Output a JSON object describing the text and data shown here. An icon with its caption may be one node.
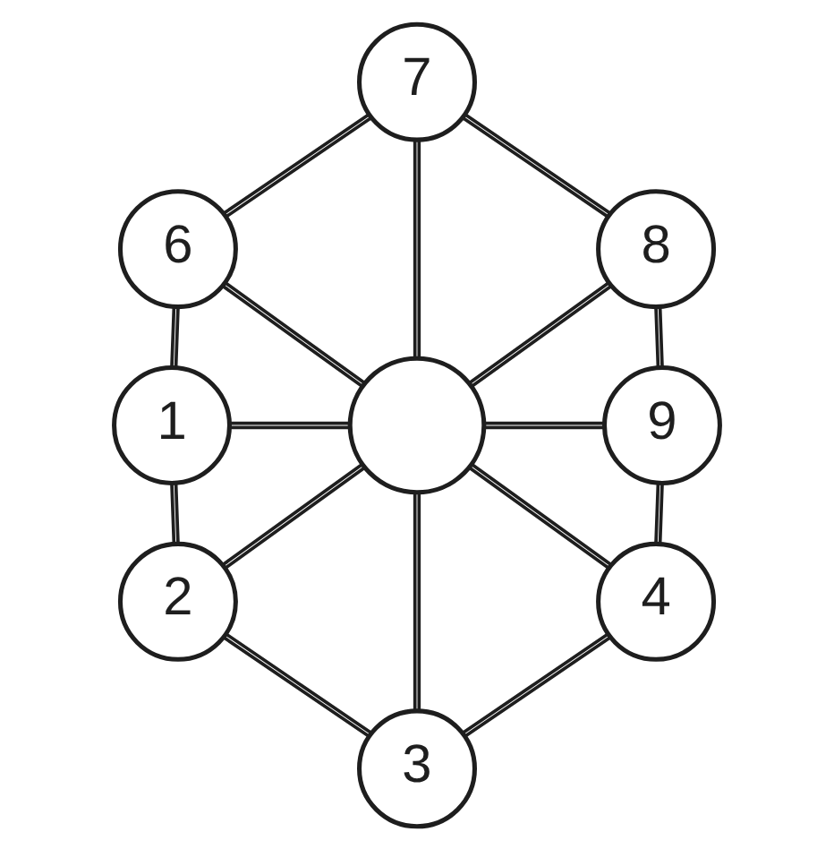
{
  "diagram": {
    "nodes": [
      {
        "text": [
          "7"
        ]
      },
      {
        "text": [
          "6"
        ]
      },
      {
        "text": [
          "8"
        ]
      },
      {
        "text": [
          "1"
        ]
      },
      {
        "text": [],
        "shape": "circle"
      },
      {
        "text": [
          "9"
        ]
      },
      {
        "text": [
          "2"
        ]
      },
      {
        "text": [
          "4"
        ]
      },
      {
        "text": [
          "3"
        ]
      }
    ],
    "edges": [
      {
        "from": 0,
        "to": 1,
        "arrow": "none"
      },
      {
        "from": 0,
        "to": 2,
        "arrow": "none"
      },
      {
        "from": 1,
        "to": 3,
        "arrow": "none"
      },
      {
        "from": 2,
        "to": 5,
        "arrow": "none"
      },
      {
        "from": 3,
        "to": 6,
        "arrow": "none"
      },
      {
        "from": 5,
        "to": 7,
        "arrow": "none"
      },
      {
        "from": 6,
        "to": 8,
        "arrow": "none"
      },
      {
        "from": 7,
        "to": 8,
        "arrow": "none"
      },
      {
        "from": 0,
        "to": 4,
        "arrow": "none"
      },
      {
        "from": 1,
        "to": 4,
        "arrow": "none"
      },
      {
        "from": 2,
        "to": 4,
        "arrow": "none"
      },
      {
        "from": 3,
        "to": 4,
        "arrow": "none"
      },
      {
        "from": 4,
        "to": 5,
        "arrow": "none"
      },
      {
        "from": 4,
        "to": 6,
        "arrow": "none"
      },
      {
        "from": 4,
        "to": 7,
        "arrow": "none"
      },
      {
        "from": 4,
        "to": 8,
        "arrow": "none"
      }
    ]
  }
}
